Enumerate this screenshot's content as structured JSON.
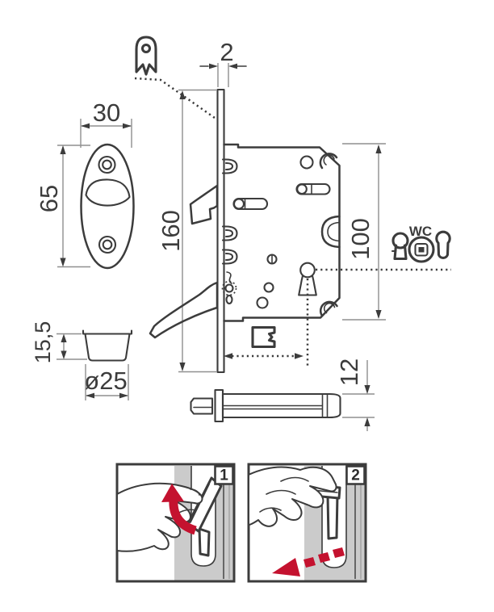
{
  "diagram": {
    "title": "mortise-hook-lock-technical-drawing",
    "colors": {
      "line": "#3c3c3c",
      "dim_line": "#8f8f8f",
      "accent_red": "#c4122f",
      "door_gray": "#cbcbcb",
      "background": "#ffffff"
    },
    "dimensions": {
      "faceplate_thickness": "2",
      "rosette_width": "30",
      "rosette_height": "65",
      "faceplate_length": "160",
      "case_height": "100",
      "cup_depth": "15,5",
      "cup_diameter": "ø25",
      "spindle_size": "12"
    },
    "wc_label": "WC",
    "steps": [
      {
        "number": "1"
      },
      {
        "number": "2"
      }
    ],
    "icons": {
      "marker": "strike-marker-icon",
      "keyhole": "keyhole-icon",
      "wc_turn": "wc-thumbturn-icon",
      "oval_cylinder": "oval-keyhole-icon"
    }
  }
}
